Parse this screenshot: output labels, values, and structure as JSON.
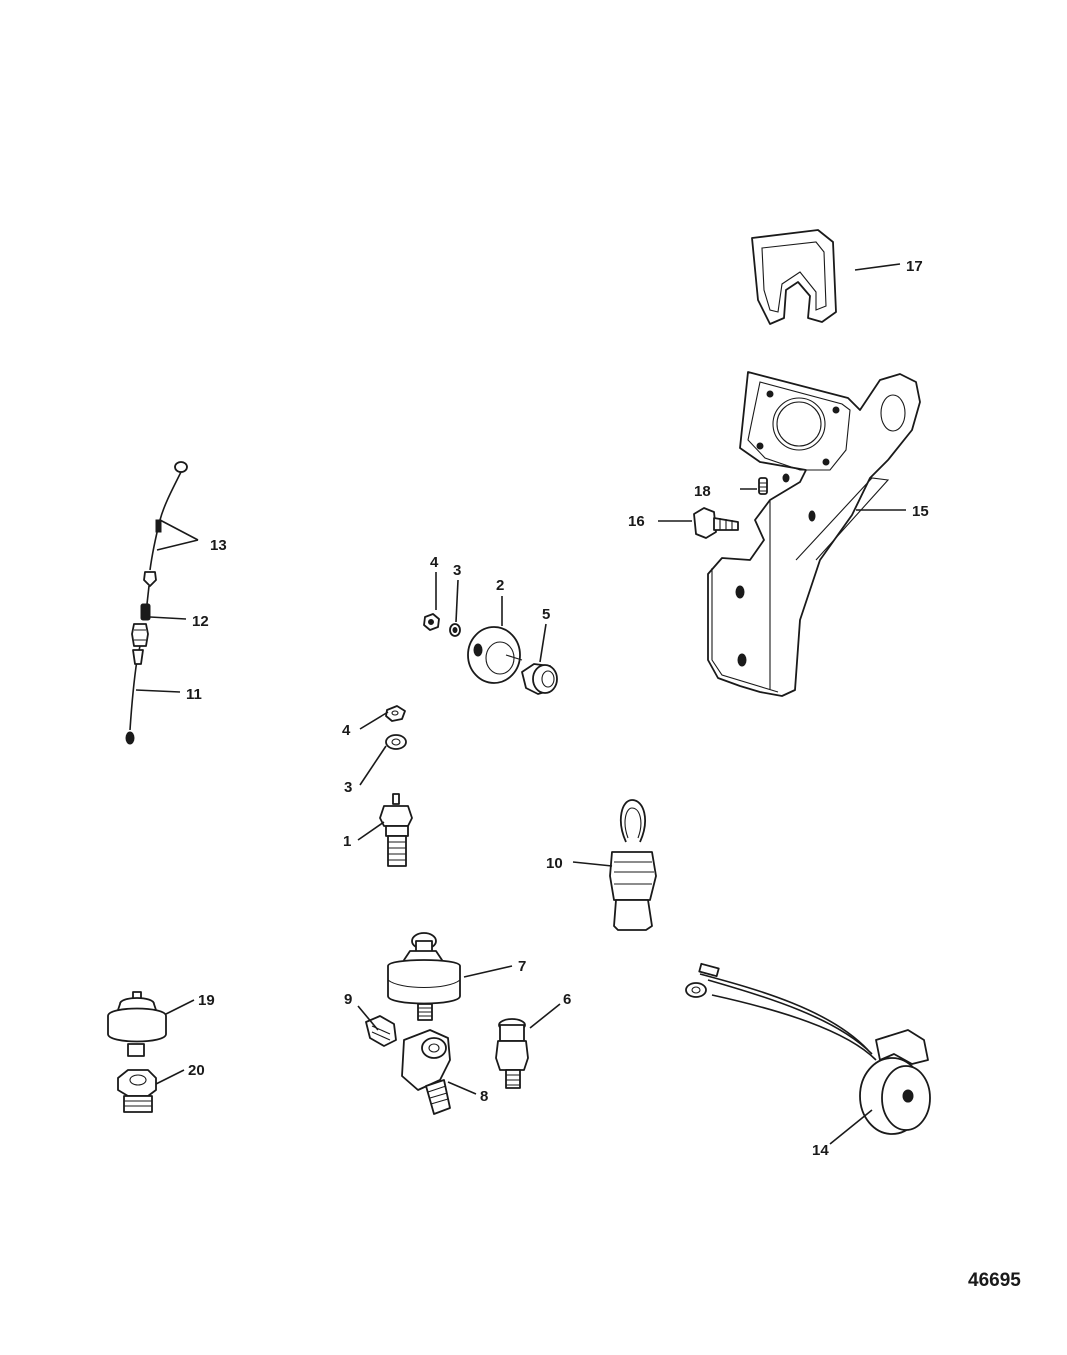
{
  "callouts": {
    "c1": "1",
    "c2": "2",
    "c3a": "3",
    "c3b": "3",
    "c4a": "4",
    "c4b": "4",
    "c5": "5",
    "c6": "6",
    "c7": "7",
    "c8": "8",
    "c9": "9",
    "c10": "10",
    "c11": "11",
    "c12": "12",
    "c13": "13",
    "c14": "14",
    "c15": "15",
    "c16": "16",
    "c17": "17",
    "c18": "18",
    "c19": "19",
    "c20": "20"
  },
  "drawing_number": "46695"
}
